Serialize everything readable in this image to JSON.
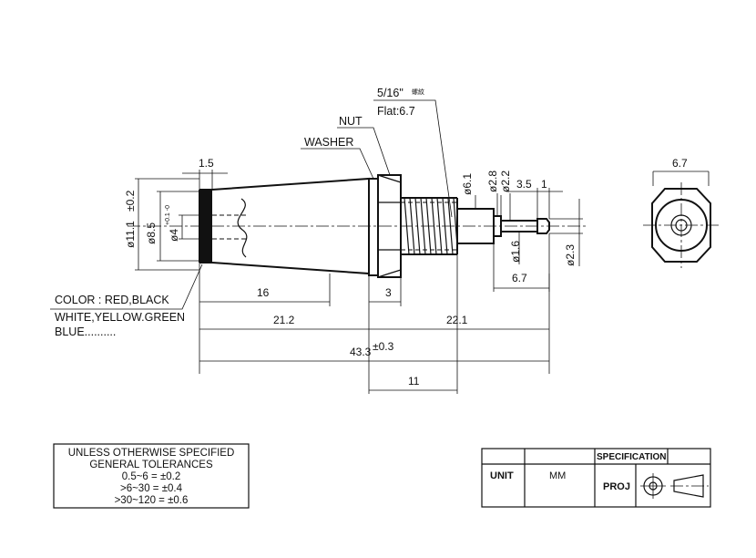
{
  "callouts": {
    "thread": "5/16\"",
    "thread_suffix": "螺紋",
    "flat": "Flat:6.7",
    "nut": "NUT",
    "washer": "WASHER",
    "color_line1": "COLOR : RED,BLACK",
    "color_line2": "WHITE,YELLOW.GREEN",
    "color_line3": "BLUE.........."
  },
  "dimensions": {
    "d_1_5": "1.5",
    "d_11_1": "ø11.1",
    "d_11_1_tol": "±0.2",
    "d_8_5": "ø8.5",
    "d_4": "ø4",
    "d_4_tol": "+0.1 -0",
    "d_6_1": "ø6.1",
    "d_2_8": "ø2.8",
    "d_2_2": "ø2.2",
    "d_3_5": "3.5",
    "d_1": "1",
    "d_1_6": "ø1.6",
    "d_2_3": "ø2.3",
    "d_6_7": "6.7",
    "d_16": "16",
    "d_3": "3",
    "d_21_2": "21.2",
    "d_22_1": "22.1",
    "d_43_3": "43.3",
    "d_43_3_tol": "±0.3",
    "d_11": "11",
    "end_view_6_7": "6.7"
  },
  "tolerance_box": {
    "line1": "UNLESS OTHERWISE SPECIFIED",
    "line2": "GENERAL TOLERANCES",
    "line3": "0.5~6 = ±0.2",
    "line4": ">6~30 = ±0.4",
    "line5": ">30~120 = ±0.6"
  },
  "title_block": {
    "specification": "SPECIFICATION",
    "unit_label": "UNIT",
    "unit_value": "MM",
    "proj_label": "PROJ"
  }
}
